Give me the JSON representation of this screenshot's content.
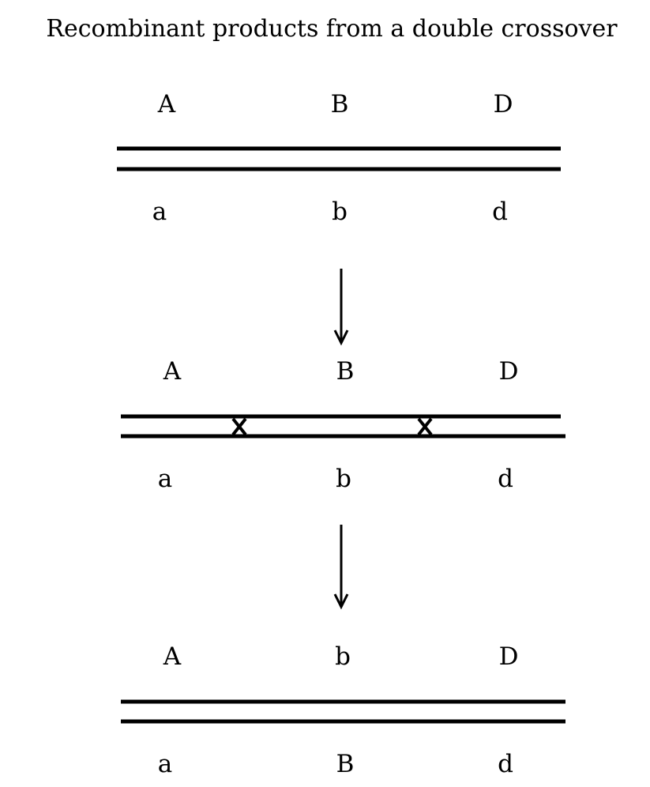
{
  "title": "Recombinant products from a double crossover",
  "stages": [
    {
      "top": [
        "A",
        "B",
        "D"
      ],
      "bottom": [
        "a",
        "b",
        "d"
      ],
      "crossovers": 0
    },
    {
      "top": [
        "A",
        "B",
        "D"
      ],
      "bottom": [
        "a",
        "b",
        "d"
      ],
      "crossovers": 2
    },
    {
      "top": [
        "A",
        "b",
        "D"
      ],
      "bottom": [
        "a",
        "B",
        "d"
      ],
      "crossovers": 0
    }
  ]
}
